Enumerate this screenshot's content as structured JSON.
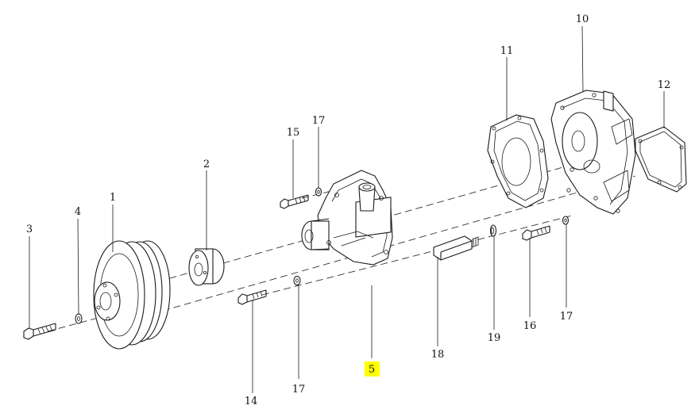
{
  "colors": {
    "line": "#1a1a1a",
    "background": "#ffffff",
    "highlight": "#ffff00"
  },
  "highlighted_part": "5",
  "callouts": {
    "c1": "1",
    "c2": "2",
    "c3": "3",
    "c4": "4",
    "c5": "5",
    "c10": "10",
    "c11": "11",
    "c12": "12",
    "c14": "14",
    "c15": "15",
    "c16": "16",
    "c17a": "17",
    "c17b": "17",
    "c17c": "17",
    "c18": "18",
    "c19": "19"
  }
}
